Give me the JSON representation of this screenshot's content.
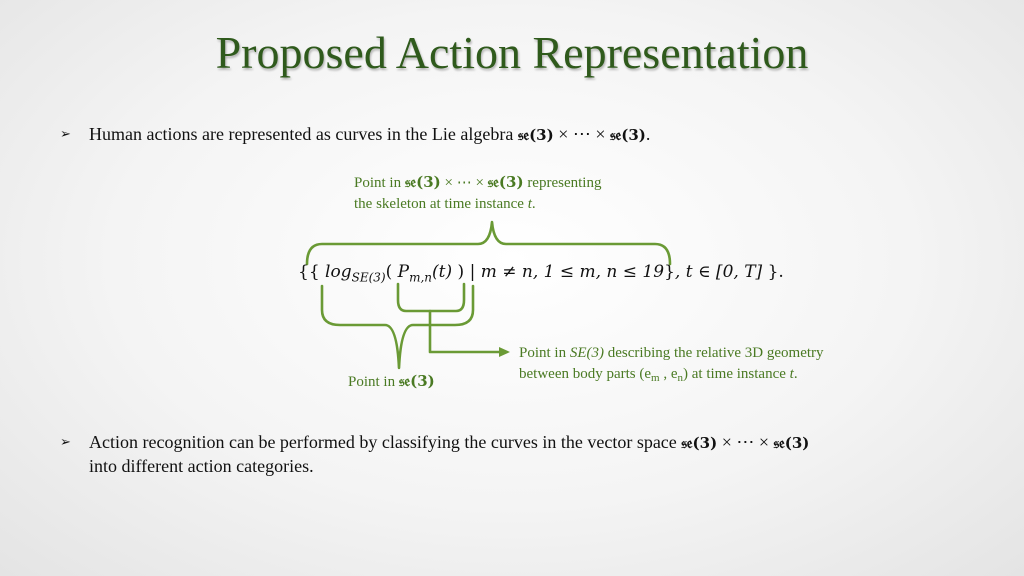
{
  "slide": {
    "title": "Proposed Action Representation",
    "bullet_glyph": "➢",
    "bullet1": {
      "text": "Human actions are represented as curves in the Lie algebra ",
      "algebra": "𝔰𝔢(3)",
      "times_dots": " × ⋯ × ",
      "end": "."
    },
    "note_top": {
      "prefix": "Point in ",
      "algebra": "𝔰𝔢(3)",
      "times_dots": " × ⋯ × ",
      "suffix": " representing",
      "line2_prefix": "the skeleton at time instance ",
      "line2_var": "t",
      "line2_end": "."
    },
    "formula": {
      "open": "{{ ",
      "log": "log",
      "log_sub": "SE(3)",
      "paren_open": "( ",
      "p": "P",
      "p_sub": "m,n",
      "arg": "(t)",
      "paren_close": " )",
      "condition": " | m ≠ n, 1 ≤ m, n ≤ 19",
      "close_inner": "}",
      "time": ", t ∈ [0, T]",
      "close_outer": " }."
    },
    "note_right": {
      "prefix": "Point in ",
      "group": "SE(3)",
      "suffix": " describing the relative 3D geometry",
      "line2_prefix": " between body parts (e",
      "sub_m": "m",
      "comma": " , e",
      "sub_n": "n",
      "line2_suffix": ") at time instance ",
      "var": "t",
      "end": "."
    },
    "note_left": {
      "prefix": "Point in ",
      "algebra": "𝔰𝔢(3)"
    },
    "bullet2": {
      "text": "Action recognition can be performed by classifying the curves in the vector space ",
      "algebra": "𝔰𝔢(3)",
      "times_dots": " × ⋯ × ",
      "line2": "into different action categories."
    },
    "colors": {
      "title": "#2f5a1c",
      "annotation": "#4a7a23",
      "brace": "#6a9a35",
      "text": "#111111"
    }
  }
}
